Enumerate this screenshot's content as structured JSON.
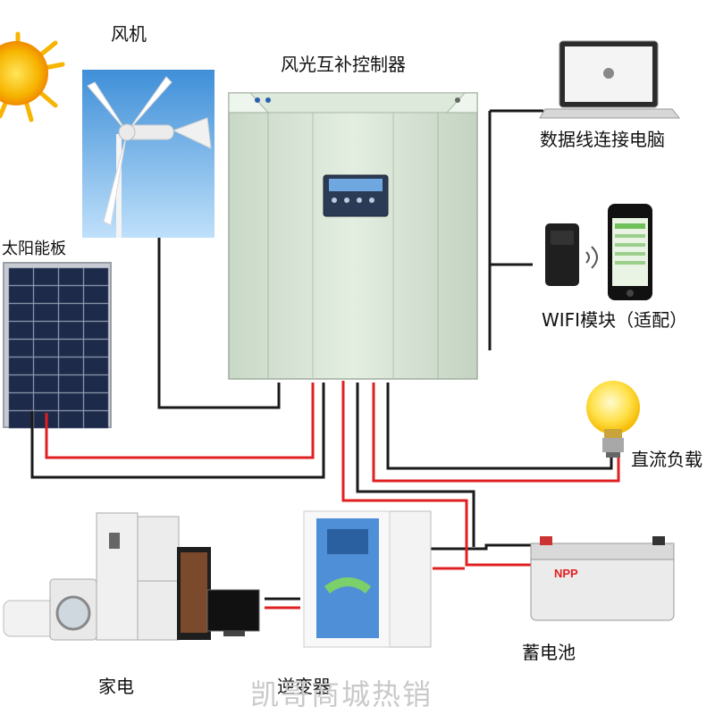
{
  "labels": {
    "wind_turbine": "风机",
    "controller": "风光互补控制器",
    "solar_panel": "太阳能板",
    "computer": "数据线连接电脑",
    "wifi_module": "WIFI模块（适配）",
    "dc_load": "直流负载",
    "appliances": "家电",
    "inverter": "逆变器",
    "battery": "蓄电池"
  },
  "battery_brand": "NPP",
  "watermark": "凯哥商城热销",
  "colors": {
    "wire_red": "#e02020",
    "wire_black": "#1a1a1a",
    "controller_body": "#d6e4d4",
    "sun": "#f7b400"
  }
}
